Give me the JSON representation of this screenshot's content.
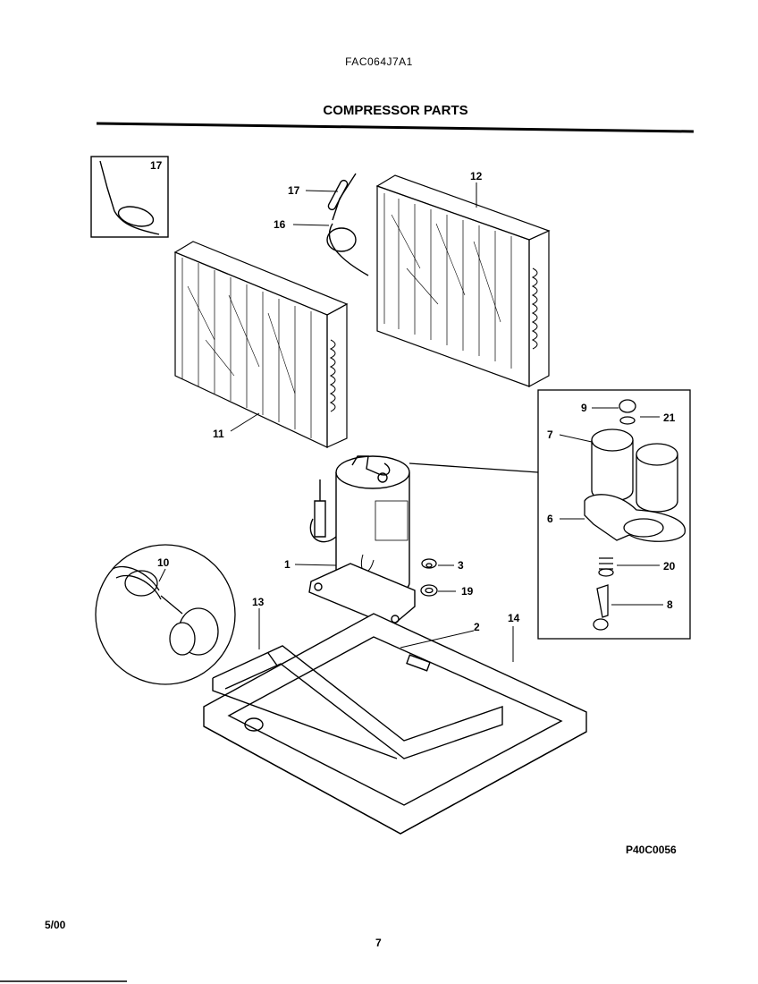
{
  "header": {
    "model_number": "FAC064J7A1",
    "section_title": "COMPRESSOR PARTS"
  },
  "diagram": {
    "callouts": {
      "p1": "1",
      "p2": "2",
      "p3": "3",
      "p6": "6",
      "p7": "7",
      "p8": "8",
      "p9": "9",
      "p10": "10",
      "p11": "11",
      "p12": "12",
      "p13": "13",
      "p14": "14",
      "p16": "16",
      "p17": "17",
      "p17_inset": "17",
      "p19": "19",
      "p20": "20",
      "p21": "21"
    },
    "figure_code": "P40C0056"
  },
  "footer": {
    "date": "5/00",
    "page_number": "7"
  }
}
